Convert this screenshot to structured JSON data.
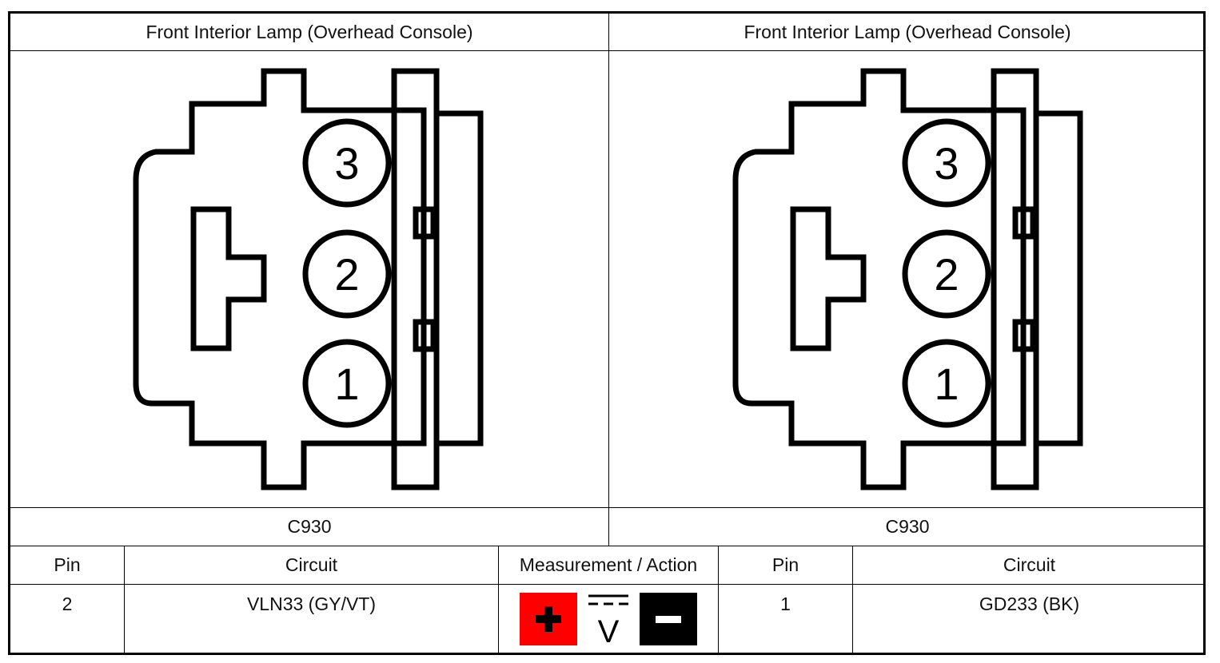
{
  "panels": [
    {
      "title": "Front Interior Lamp (Overhead Console)",
      "connector": "C930",
      "pins": [
        "3",
        "2",
        "1"
      ]
    },
    {
      "title": "Front Interior Lamp (Overhead Console)",
      "connector": "C930",
      "pins": [
        "3",
        "2",
        "1"
      ]
    }
  ],
  "table": {
    "headers": {
      "pin": "Pin",
      "circuit": "Circuit",
      "measurement": "Measurement / Action",
      "pin2": "Pin",
      "circuit2": "Circuit"
    },
    "row": {
      "pin": "2",
      "circuit": "VLN33 (GY/VT)",
      "pin2": "1",
      "circuit2": "GD233 (BK)"
    }
  },
  "meter": {
    "positive_icon": "plus-icon",
    "positive_color": "#ff0000",
    "voltage_icon": "dc-voltage-icon",
    "voltage_symbol": "V",
    "negative_icon": "minus-icon",
    "negative_color": "#000000"
  }
}
